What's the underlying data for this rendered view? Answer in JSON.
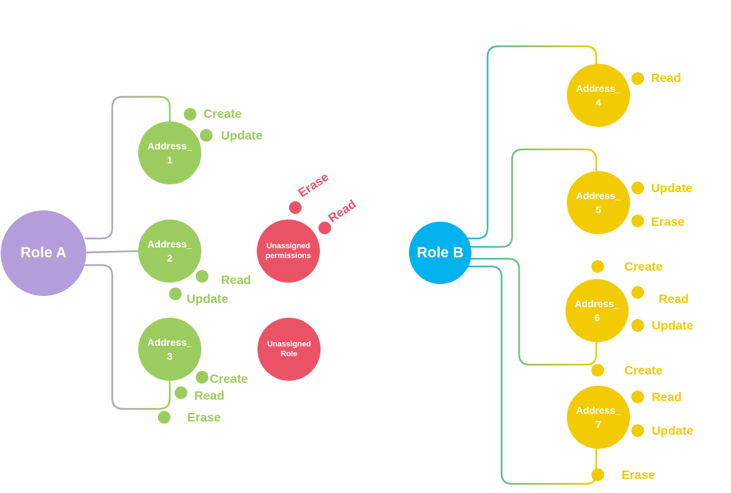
{
  "colors": {
    "role_a": "#b39ddb",
    "role_b": "#03b1ec",
    "address_a": "#9ccc5f",
    "address_b": "#f2cb05",
    "unassigned": "#ea5366",
    "line_a_start": "#b39ddb",
    "line_a_end": "#9ccc5f",
    "line_b_start": "#23b6d9",
    "line_b_end": "#f2cb05"
  },
  "roles": {
    "a": {
      "label": "Role A"
    },
    "b": {
      "label": "Role B"
    }
  },
  "addresses": {
    "a1": {
      "label": "Address_\n1",
      "permissions": [
        "Create",
        "Update"
      ]
    },
    "a2": {
      "label": "Address_\n2",
      "permissions": [
        "Read",
        "Update"
      ]
    },
    "a3": {
      "label": "Address_\n3",
      "permissions": [
        "Create",
        "Read",
        "Erase"
      ]
    },
    "b4": {
      "label": "Address_\n4",
      "permissions": [
        "Read"
      ]
    },
    "b5": {
      "label": "Address_\n5",
      "permissions": [
        "Update",
        "Erase"
      ]
    },
    "b6": {
      "label": "Address_\n6",
      "permissions": [
        "Create",
        "Read",
        "Update",
        "Create"
      ]
    },
    "b7": {
      "label": "Address_\n7",
      "permissions": [
        "Read",
        "Update",
        "Erase"
      ]
    }
  },
  "unassigned": {
    "permissions": {
      "label": "Unassigned\npermissions",
      "items": [
        "Erase",
        "Read"
      ]
    },
    "role": {
      "label": "Unassigned\nRole"
    }
  }
}
